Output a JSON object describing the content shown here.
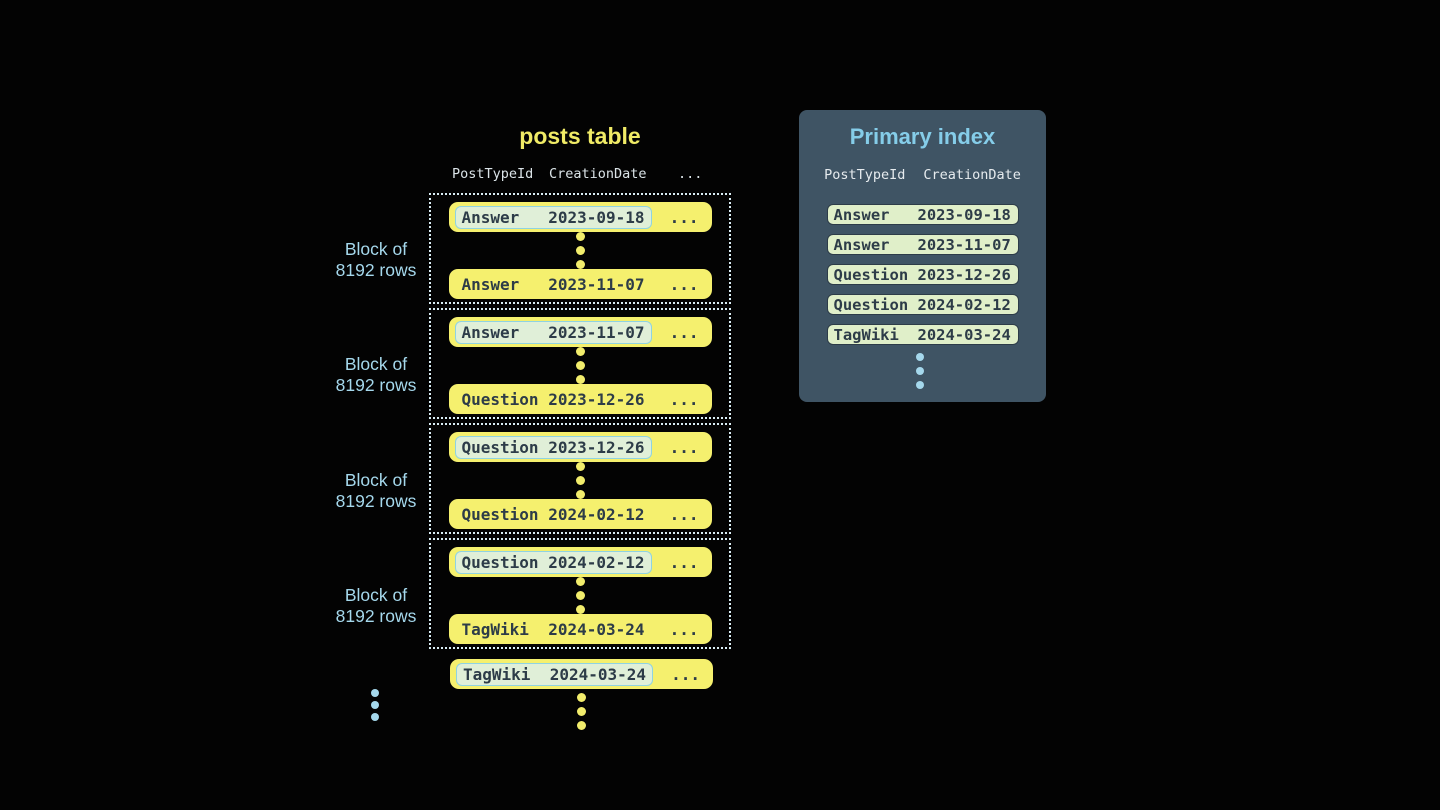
{
  "posts_table": {
    "title": "posts table",
    "header": {
      "col1": "PostTypeId",
      "col2": "CreationDate",
      "more": "..."
    },
    "row_ellipsis": "...",
    "blocks": [
      {
        "label1": "Block of",
        "label2": "8192 rows",
        "first_type": "Answer",
        "first_date": "2023-09-18",
        "last_type": "Answer",
        "last_date": "2023-11-07"
      },
      {
        "label1": "Block of",
        "label2": "8192 rows",
        "first_type": "Answer",
        "first_date": "2023-11-07",
        "last_type": "Question",
        "last_date": "2023-12-26"
      },
      {
        "label1": "Block of",
        "label2": "8192 rows",
        "first_type": "Question",
        "first_date": "2023-12-26",
        "last_type": "Question",
        "last_date": "2024-02-12"
      },
      {
        "label1": "Block of",
        "label2": "8192 rows",
        "first_type": "Question",
        "first_date": "2024-02-12",
        "last_type": "TagWiki",
        "last_date": "2024-03-24"
      }
    ],
    "overflow_row": {
      "type": "TagWiki",
      "date": "2024-03-24"
    }
  },
  "primary_index": {
    "title": "Primary index",
    "header": {
      "col1": "PostTypeId",
      "col2": "CreationDate"
    },
    "rows": [
      {
        "type": "Answer",
        "date": "2023-09-18"
      },
      {
        "type": "Answer",
        "date": "2023-11-07"
      },
      {
        "type": "Question",
        "date": "2023-12-26"
      },
      {
        "type": "Question",
        "date": "2024-02-12"
      },
      {
        "type": "TagWiki",
        "date": "2024-03-24"
      }
    ]
  },
  "colors": {
    "background": "#030303",
    "row_yellow": "#f5f06e",
    "row_text": "#2d3c48",
    "highlight_fill": "#e0efd8",
    "highlight_border": "#8fd3e2",
    "block_border": "#d9edf4",
    "label_blue": "#a5d8ec",
    "table_title_yellow": "#f0eb66",
    "panel_bg": "#3f5464",
    "panel_title_blue": "#85cde9",
    "index_pill_fill": "#e0efc9",
    "header_text": "#dbe4e8"
  }
}
